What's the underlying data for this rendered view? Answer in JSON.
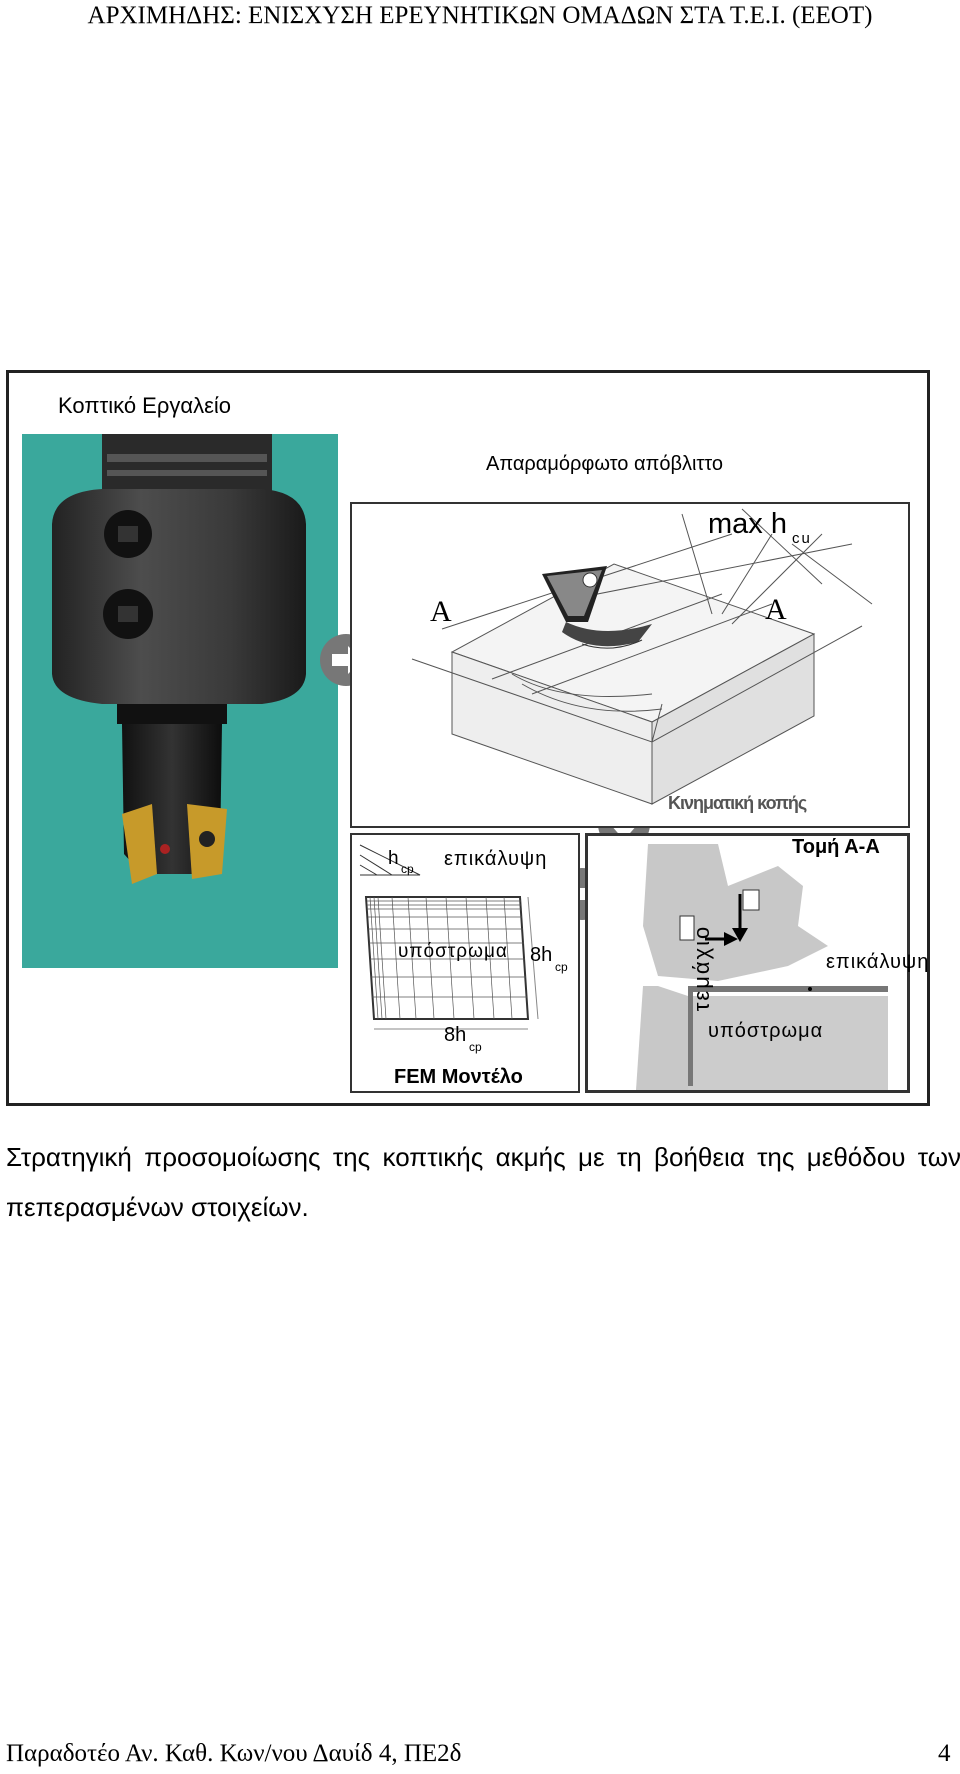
{
  "header": {
    "title": "ΑΡΧΙΜΗΔΗΣ: ΕΝΙΣΧΥΣΗ ΕΡΕΥΝΗΤΙΚΩΝ ΟΜΑΔΩΝ ΣΤΑ Τ.Ε.Ι. (ΕΕΟΤ)"
  },
  "figure": {
    "title": "Κοπτικό Εργαλείο",
    "undeformed_chip": "Απαραμόρφωτο απόβλιττο",
    "max_h": "max h",
    "max_h_sub": "cu",
    "section_mark_left": "A",
    "section_mark_right": "A",
    "kinematics": "Κινηματική κοπής",
    "fem": {
      "h": "h",
      "h_sub": "cp",
      "coating": "επικάλυψη",
      "substrate": "υπόστρωμα",
      "dim_right": "8h",
      "dim_right_sub": "cp",
      "dim_bottom": "8h",
      "dim_bottom_sub": "cp",
      "label": "FEM Μοντέλο"
    },
    "section": {
      "title": "Τομή Α-Α",
      "coating": "επικάλυψη",
      "substrate": "υπόστρωμα",
      "workpiece": "τεμάχιο"
    }
  },
  "caption": "Στρατηγική προσομοίωσης της κοπτικής ακμής με τη βοήθεια της μεθόδου των πεπερασμένων στοιχείων.",
  "footer": {
    "deliverable": "Παραδοτέο Αν. Καθ. Κων/νου Δαυίδ 4, ΠΕ2δ",
    "page": "4"
  }
}
